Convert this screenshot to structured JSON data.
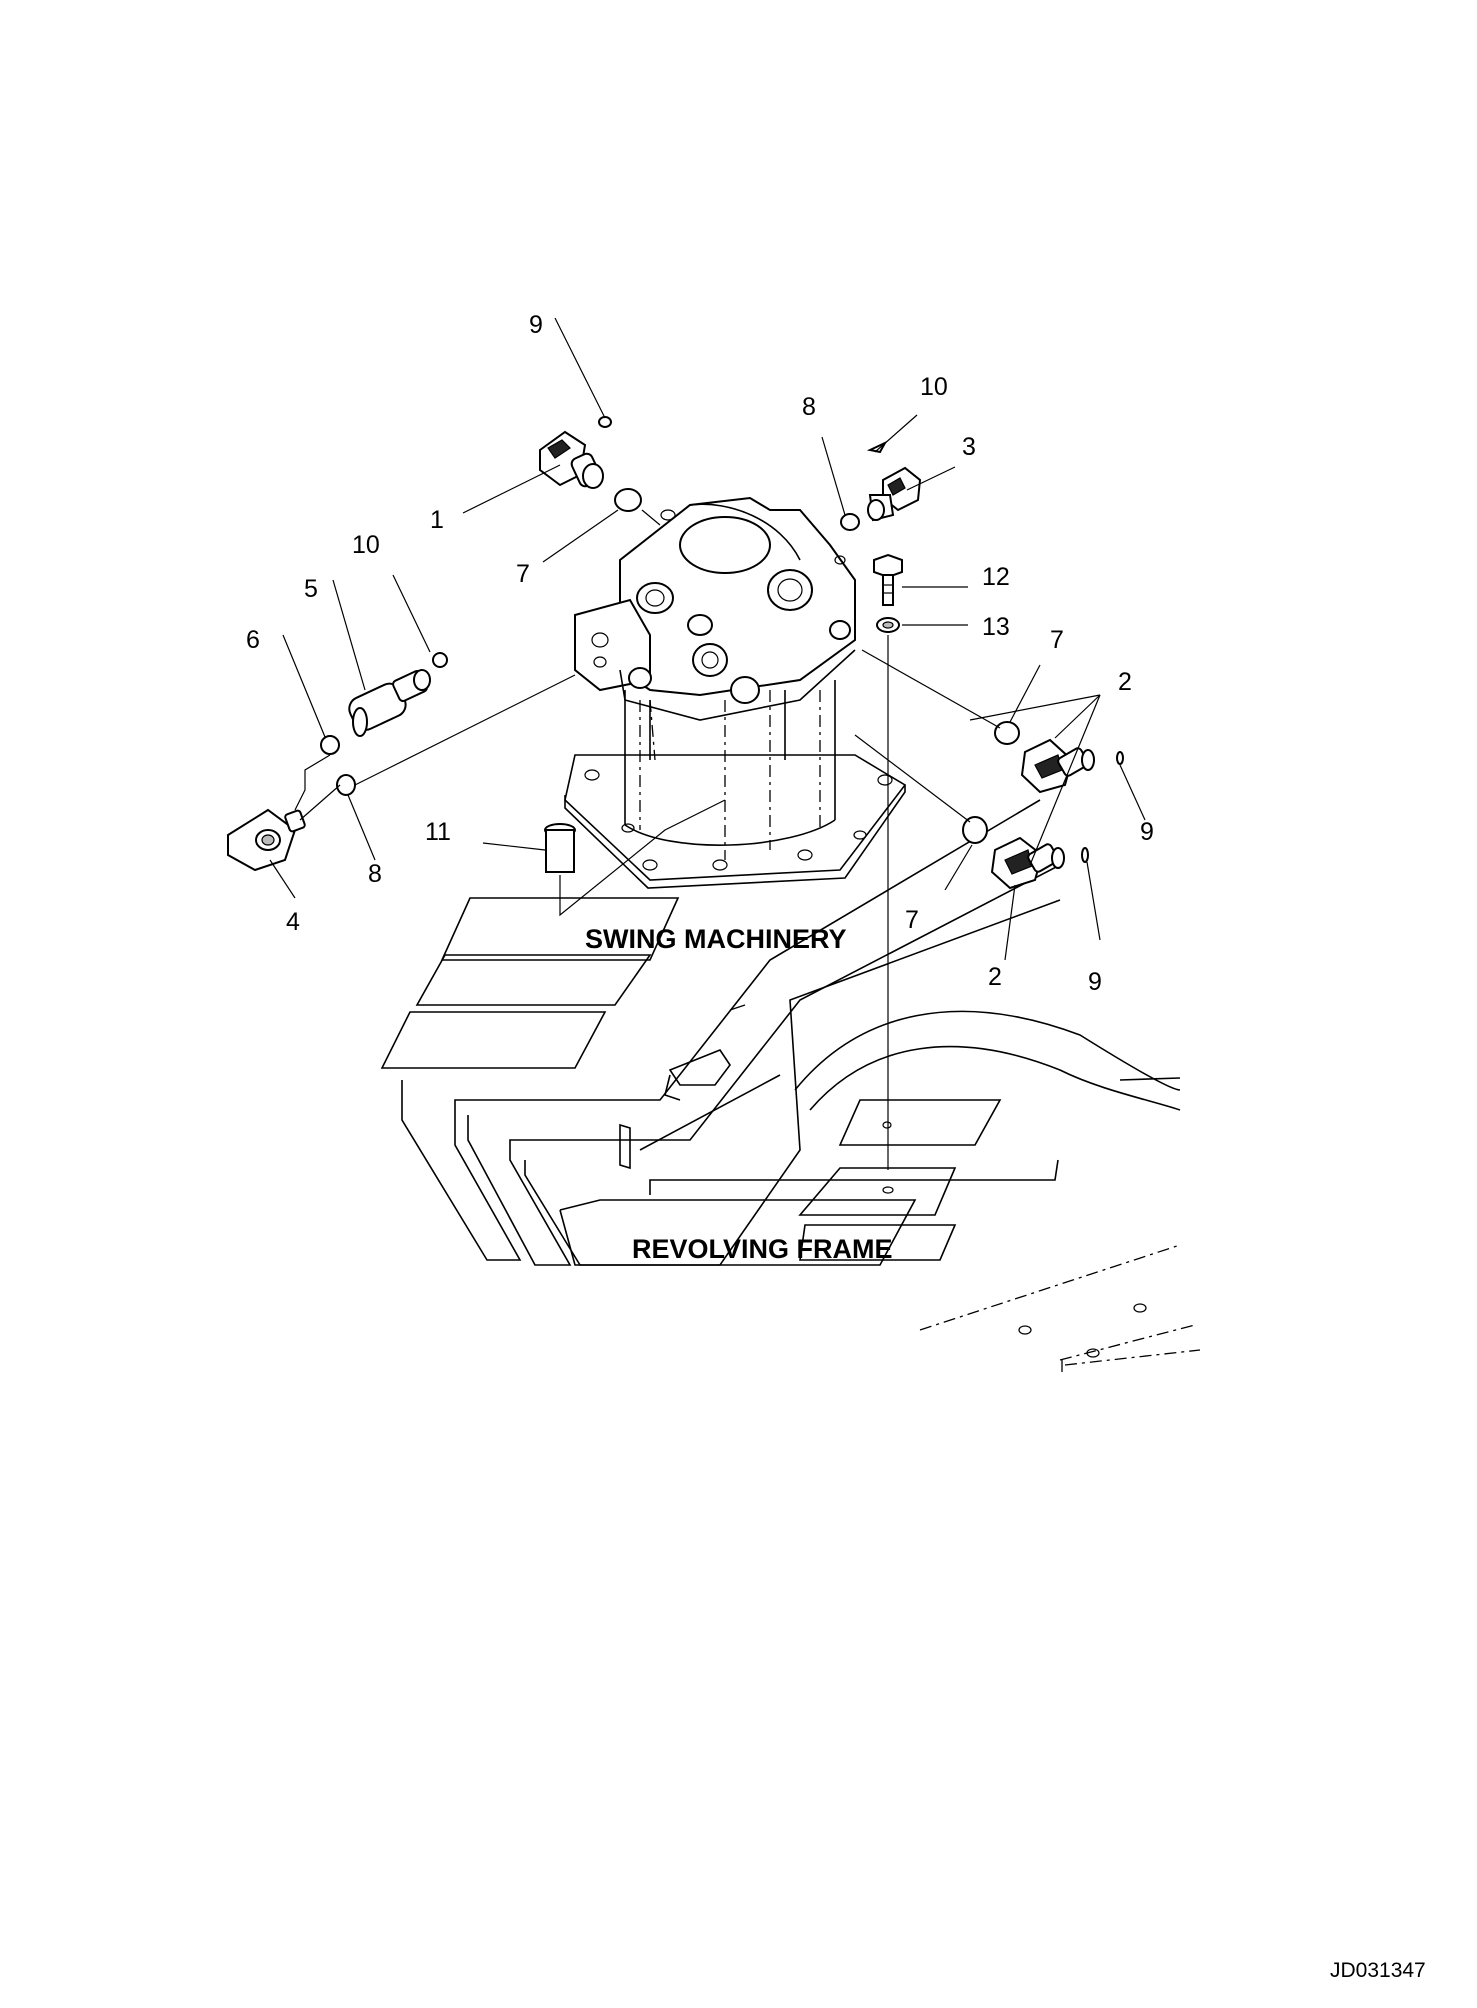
{
  "callouts": {
    "c9a": "9",
    "c10a": "10",
    "c8a": "8",
    "c3": "3",
    "c1": "1",
    "c7a": "7",
    "c12": "12",
    "c13": "13",
    "c10b": "10",
    "c5": "5",
    "c6": "6",
    "c7b": "7",
    "c2a": "2",
    "c9b": "9",
    "c11": "11",
    "c8b": "8",
    "c4": "4",
    "c7c": "7",
    "c2b": "2",
    "c9c": "9"
  },
  "labels": {
    "swing_machinery": "SWING MACHINERY",
    "revolving_frame": "REVOLVING FRAME"
  },
  "figure_code": "JD031347"
}
